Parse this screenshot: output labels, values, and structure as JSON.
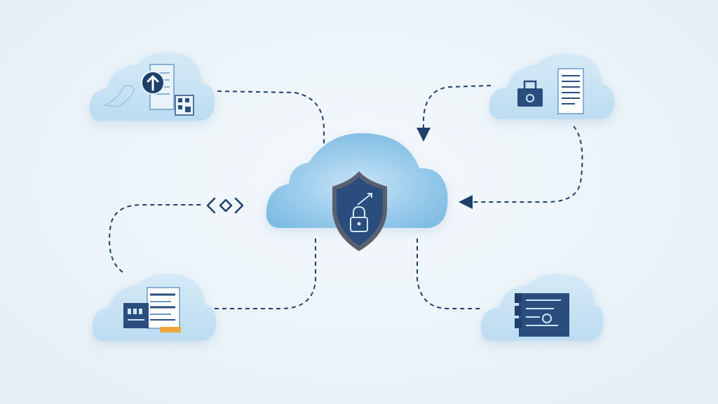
{
  "diagram": {
    "nodes": [
      {
        "id": "central-cloud",
        "icon": "shield-lock-icon"
      },
      {
        "id": "upload-cloud",
        "icon": "upload-arrow-icon"
      },
      {
        "id": "documents-cloud",
        "icon": "briefcase-document-icon"
      },
      {
        "id": "forms-cloud",
        "icon": "form-document-icon"
      },
      {
        "id": "storage-cloud",
        "icon": "server-document-icon"
      }
    ],
    "connector_icon": "code-brackets-icon",
    "colors": {
      "background": "#eef5fa",
      "cloud_light": "#cfe5f4",
      "cloud_central": "#8fc6e8",
      "connector": "#1f3f6b",
      "shield": "#2a4d7e",
      "shield_border": "#5a6070",
      "accent_orange": "#f0a53c"
    }
  }
}
